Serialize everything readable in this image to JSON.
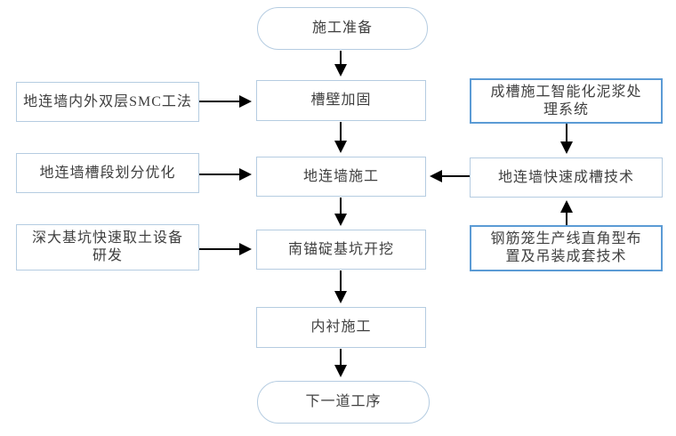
{
  "colors": {
    "box_border": "#b5cce1",
    "accent_border": "#5b9bd5",
    "arrow_color": "#000000",
    "text_color": "#3f3f3f",
    "background": "#ffffff"
  },
  "flowchart": {
    "start": {
      "label": "施工准备"
    },
    "end": {
      "label": "下一道工序"
    },
    "main_steps": [
      {
        "label": "槽壁加固"
      },
      {
        "label": "地连墙施工"
      },
      {
        "label": "南锚碇基坑开挖"
      },
      {
        "label": "内衬施工"
      }
    ],
    "left_inputs": [
      {
        "label": "地连墙内外双层SMC工法"
      },
      {
        "label": "地连墙槽段划分优化"
      },
      {
        "label": "深大基坑快速取土设备\n研发"
      }
    ],
    "right_inputs": [
      {
        "label": "成槽施工智能化泥浆处\n理系统"
      },
      {
        "label": "地连墙快速成槽技术"
      },
      {
        "label": "钢筋笼生产线直角型布\n置及吊装成套技术"
      }
    ],
    "edges": [
      {
        "from": "施工准备",
        "to": "槽壁加固"
      },
      {
        "from": "地连墙内外双层SMC工法",
        "to": "槽壁加固"
      },
      {
        "from": "槽壁加固",
        "to": "地连墙施工"
      },
      {
        "from": "地连墙槽段划分优化",
        "to": "地连墙施工"
      },
      {
        "from": "地连墙快速成槽技术",
        "to": "地连墙施工"
      },
      {
        "from": "成槽施工智能化泥浆处理系统",
        "to": "地连墙快速成槽技术"
      },
      {
        "from": "地连墙施工",
        "to": "南锚碇基坑开挖"
      },
      {
        "from": "深大基坑快速取土设备研发",
        "to": "南锚碇基坑开挖"
      },
      {
        "from": "钢筋笼生产线直角型布置及吊装成套技术",
        "to": "地连墙快速成槽技术"
      },
      {
        "from": "南锚碇基坑开挖",
        "to": "内衬施工"
      },
      {
        "from": "内衬施工",
        "to": "下一道工序"
      }
    ]
  }
}
